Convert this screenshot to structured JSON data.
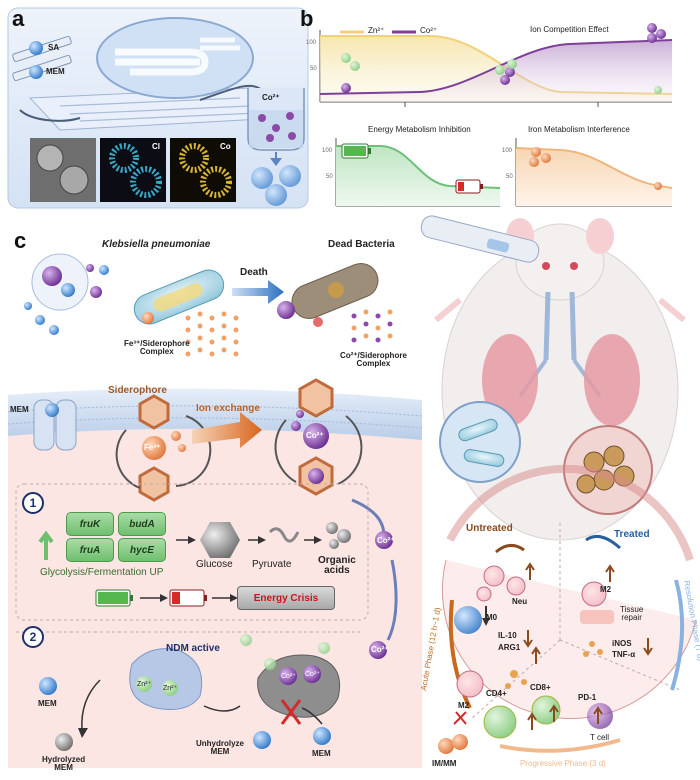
{
  "panels": {
    "a": "a",
    "b": "b",
    "c": "c"
  },
  "panel_a": {
    "syringe_labels": [
      "SA",
      "MEM"
    ],
    "beaker_label": "Co²⁺",
    "channel_labels": [
      "Cl",
      "Co"
    ]
  },
  "panel_b": {
    "legend": [
      "Zn²⁺",
      "Co²⁺"
    ],
    "titles": {
      "top": "Ion Competition Effect",
      "left": "Energy Metabolism Inhibition",
      "right": "Iron Metabolism Interference"
    },
    "tick_top": [
      "100",
      "50"
    ],
    "tick_left": [
      "100",
      "50"
    ],
    "tick_right": [
      "100",
      "50"
    ]
  },
  "panel_c": {
    "species": "Klebsiella pneumoniae",
    "death": "Death",
    "dead_bacteria": "Dead Bacteria",
    "fe_complex": [
      "Fe³⁺/Siderophore",
      "Complex"
    ],
    "co_complex": [
      "Co²⁺/Siderophore",
      "Complex"
    ],
    "mem": "MEM",
    "siderophore": "Siderophore",
    "ion_exchange": "Ion exchange",
    "fe_ion": "Fe³⁺",
    "co_ion": "Co²⁺",
    "step1": "1",
    "step2": "2",
    "genes": [
      "fruK",
      "budA",
      "fruA",
      "hycE"
    ],
    "glycolysis": "Glycolysis/Fermentation UP",
    "glucose": "Glucose",
    "pyruvate": "Pyruvate",
    "organic_acids": [
      "Organic",
      "acids"
    ],
    "energy_crisis": "Energy Crisis",
    "ndm": "NDM active",
    "zn": "Zn²⁺",
    "co": "Co²⁺",
    "hydrolyzed": [
      "Hydrolyzed",
      "MEM"
    ],
    "unhydrolyzed": [
      "Unhydrolyze",
      "MEM"
    ],
    "untreated": "Untreated",
    "treated": "Treated",
    "neu": "Neu",
    "m0": "M0",
    "m2": "M2",
    "m2_right": "M2",
    "il10": "IL-10",
    "arg1": "ARG1",
    "tissue": [
      "Tissue",
      "repair"
    ],
    "inos": "iNOS",
    "tnf": "TNF-α",
    "cd4": "CD4+",
    "cd8": "CD8+",
    "pd1": "PD-1",
    "tcell": "T cell",
    "imm": "IM/MM",
    "acute": "Acute Phase (12 h~1 d)",
    "resolution": "Resolution Phase (7 d)",
    "progressive": "Progressive Phase (3 d)"
  },
  "colors": {
    "zn": "#f0d27a",
    "co": "#7d3f98",
    "panel_a_bg": "#dfe9f7",
    "membrane": "#c9d9ee",
    "cytoplasm": "#fbe3e1",
    "crisis_text": "#c4161c"
  }
}
